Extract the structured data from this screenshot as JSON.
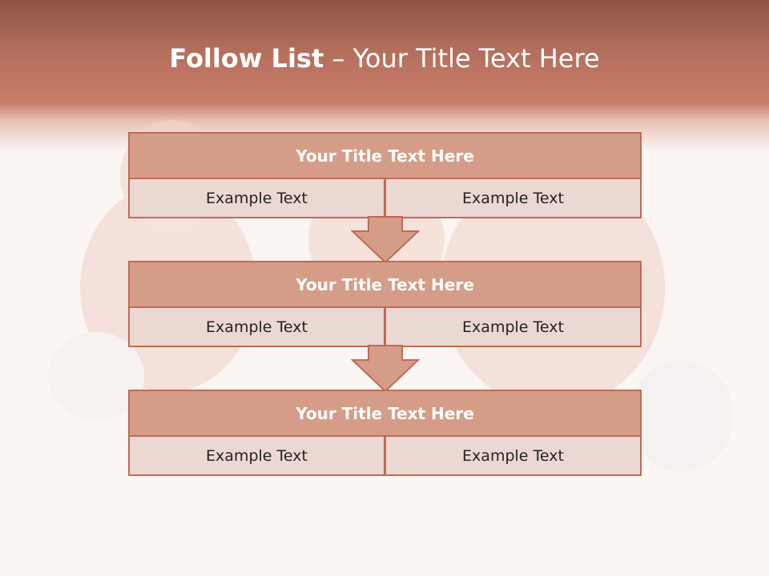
{
  "slide": {
    "title_bold": "Follow List",
    "title_rest": " – Your Title Text Here"
  },
  "steps": [
    {
      "title": "Your Title Text Here",
      "left": "Example Text",
      "right": "Example Text"
    },
    {
      "title": "Your Title Text Here",
      "left": "Example Text",
      "right": "Example Text"
    },
    {
      "title": "Your Title Text Here",
      "left": "Example Text",
      "right": "Example Text"
    }
  ],
  "colors": {
    "accent": "#c06a55",
    "header_fill": "#d59d87",
    "cell_fill": "#ecd8d3"
  }
}
